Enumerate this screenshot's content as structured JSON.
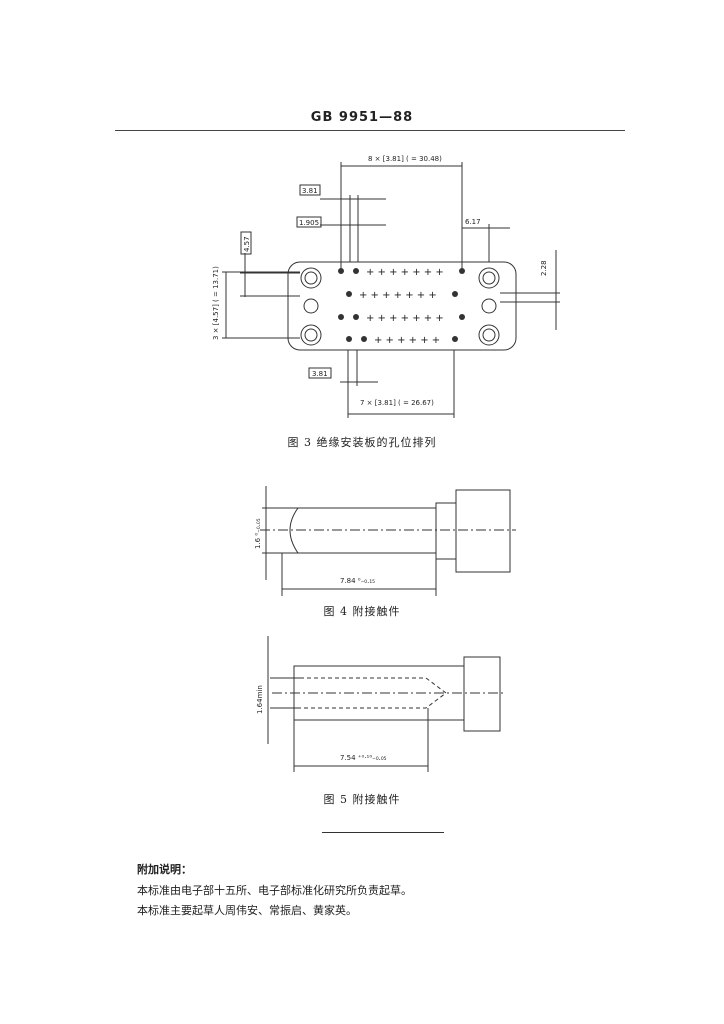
{
  "header": {
    "standard_no": "GB 9951—88"
  },
  "figure3": {
    "caption": "图 3   绝缘安装板的孔位排列",
    "dim_top": "8 × [3.81] ( = 30.48)",
    "dim_381_a": "3.81",
    "dim_1905": "1.905",
    "dim_617": "6.17",
    "dim_457": "4.57",
    "dim_228": "2.28",
    "dim_left": "3 × [4.57] ( = 13.71)",
    "dim_381_b": "3.81",
    "dim_bottom": "7 × [3.81] ( = 26.67)"
  },
  "figure4": {
    "caption": "图 4   附接触件",
    "dim_dia": "1.6 ⁰₋₀.₀₅",
    "dim_len": "7.84 ⁰₋₀.₁₅"
  },
  "figure5": {
    "caption": "图 5   附接触件",
    "dim_dia": "1.64min",
    "dim_len": "7.54 ⁺⁰·¹⁰₋₀.₀₅"
  },
  "notes": {
    "title": "附加说明：",
    "line1": "本标准由电子部十五所、电子部标准化研究所负责起草。",
    "line2": "本标准主要起草人周伟安、常振启、黄家英。"
  }
}
